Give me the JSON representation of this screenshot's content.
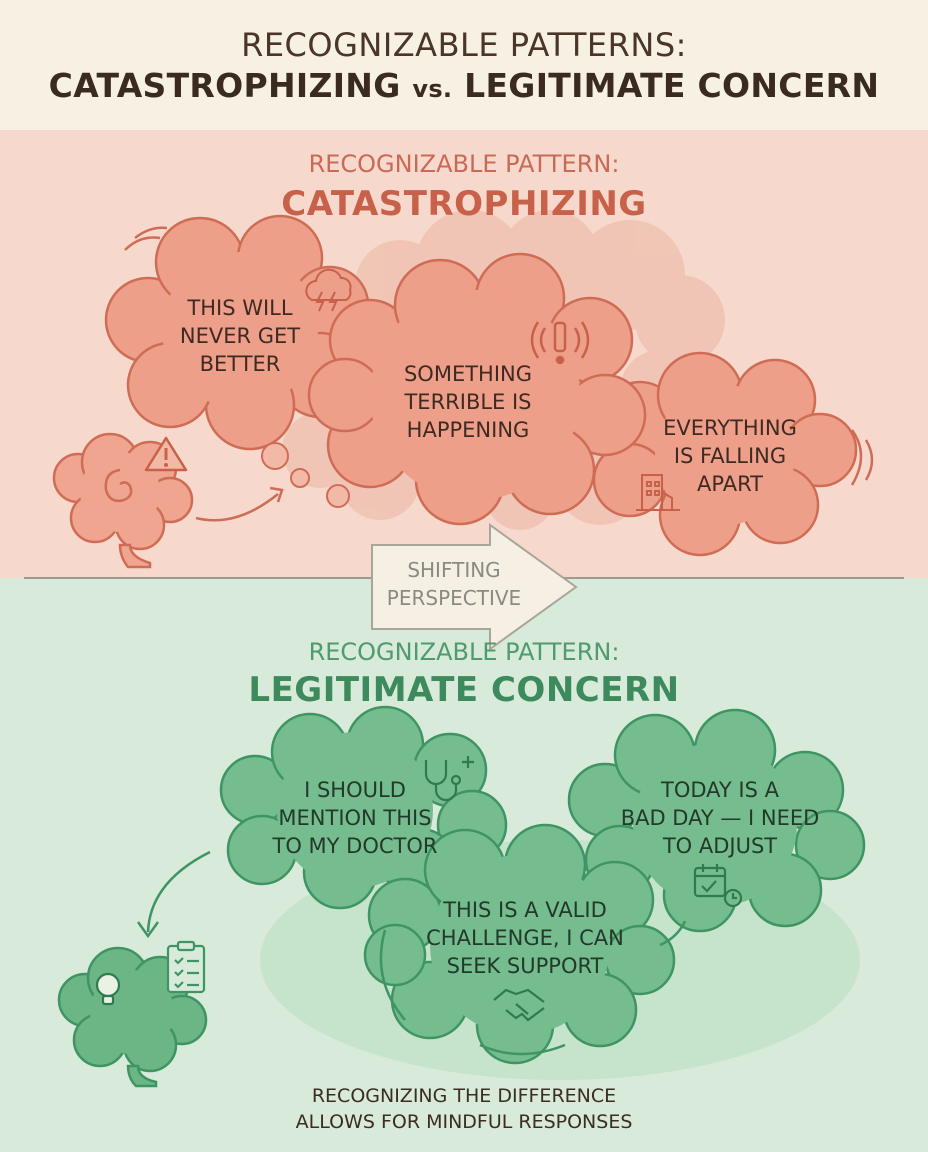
{
  "title": {
    "line1": "Recognizable Patterns:",
    "part_a": "Catastrophizing",
    "vs": "vs.",
    "part_b": "Legitimate Concern"
  },
  "catastrophizing": {
    "label": "Recognizable Pattern:",
    "title": "Catastrophizing",
    "bubbles": [
      "This will\nnever get\nbetter",
      "Something\nterrible is\nhappening",
      "Everything\nis falling\napart"
    ]
  },
  "shift": {
    "label": "Shifting\nPerspective"
  },
  "legitimate": {
    "label": "Recognizable Pattern:",
    "title": "Legitimate Concern",
    "bubbles": [
      "I should\nmention this\nto my doctor",
      "Today is a\nbad day — I need\nto adjust",
      "This is a valid\nchallenge, I can\nseek support"
    ]
  },
  "footer": "Recognizing the difference\nallows for mindful responses",
  "colors": {
    "top_bg": "#f7f1e4",
    "red_bg": "#f6d9cc",
    "red_cloud": "#ee9f89",
    "red_stroke": "#cf6c55",
    "green_bg": "#d8ead9",
    "green_cloud": "#75bd8e",
    "green_stroke": "#3f9463"
  },
  "icons": [
    "storm-cloud-icon",
    "warning-icon",
    "alarm-icon",
    "building-icon",
    "brain-icon",
    "stethoscope-icon",
    "calendar-icon",
    "handshake-icon",
    "clipboard-icon",
    "lightbulb-icon"
  ]
}
